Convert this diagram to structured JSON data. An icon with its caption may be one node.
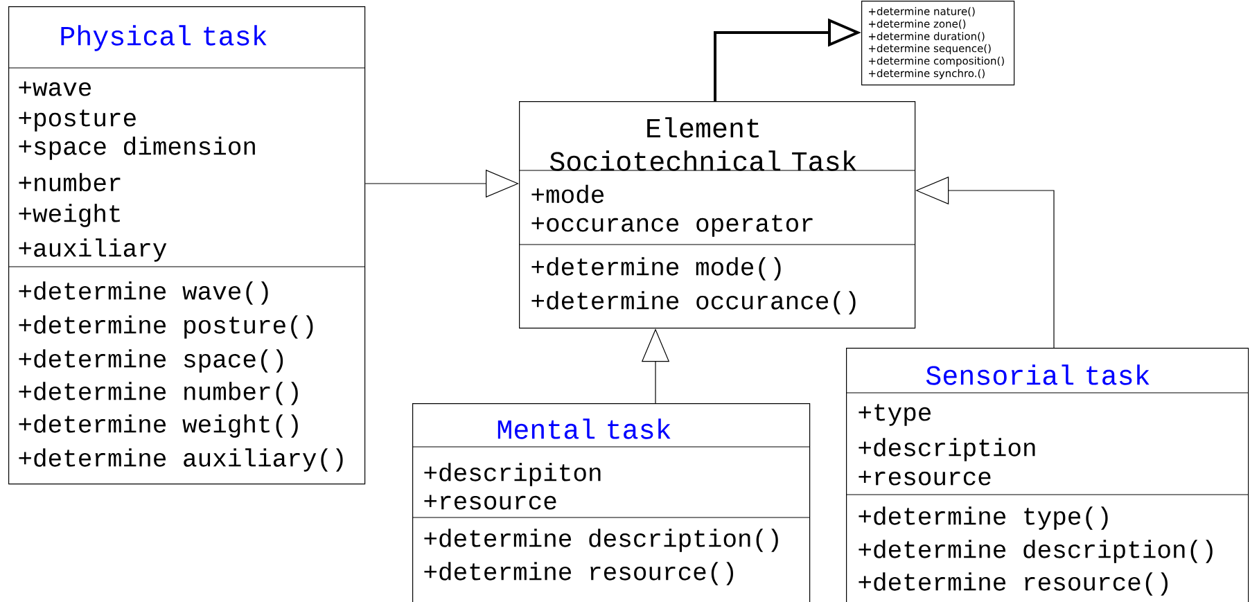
{
  "diagram": {
    "nodes": [
      {
        "text": [
          "Physical task",
          "+wave",
          "+posture",
          "+space dimension",
          "+number",
          "+weight",
          "+auxiliary",
          "+determine wave()",
          "+determine posture()",
          "+determine space()",
          "+determine number()",
          "+determine weight()",
          "+determine auxiliary()"
        ]
      },
      {
        "text": [
          "Element Sociotechnical Task",
          "+mode",
          "+occurance operator",
          "+determine mode()",
          "+determine occurance()"
        ]
      },
      {
        "text": [
          "+determine nature()",
          "+determine zone()",
          "+determine duration()",
          "+determine sequence()",
          "+determine composition()",
          "+determine synchro.()"
        ]
      },
      {
        "text": [
          "Mental task",
          "+descripiton",
          "+resource",
          "+determine description()",
          "+determine resource()"
        ]
      },
      {
        "text": [
          "Sensorial task",
          "+type",
          "+description",
          "+resource",
          "+determine type()",
          "+determine description()",
          "+determine resource()"
        ]
      }
    ],
    "edges": [
      {
        "from": 0,
        "to": 1,
        "arrow": "to"
      },
      {
        "from": 3,
        "to": 1,
        "arrow": "to"
      },
      {
        "from": 4,
        "to": 1,
        "arrow": "to"
      },
      {
        "from": 1,
        "to": 2,
        "arrow": "to",
        "style": "thick"
      }
    ]
  }
}
